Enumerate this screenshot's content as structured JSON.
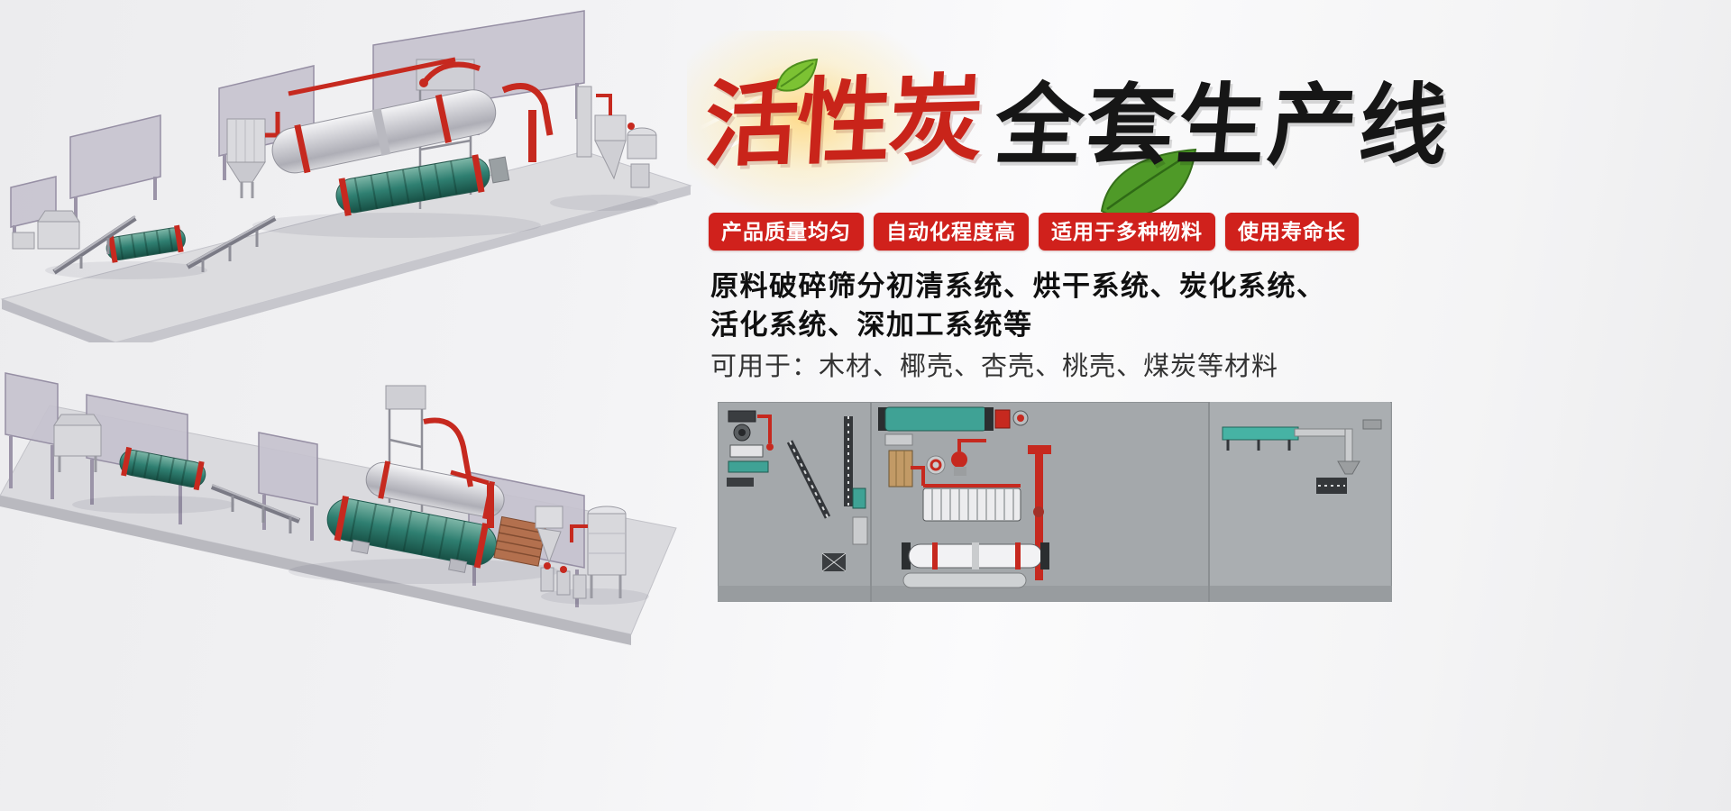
{
  "title": {
    "red": "活性炭",
    "black": "全套生产线"
  },
  "badges": [
    {
      "label": "产品质量均匀"
    },
    {
      "label": "自动化程度高"
    },
    {
      "label": "适用于多种物料"
    },
    {
      "label": "使用寿命长"
    }
  ],
  "description": {
    "line1": "原料破碎筛分初清系统、烘干系统、炭化系统、",
    "line2": "活化系统、深加工系统等",
    "line3": "可用于：木材、椰壳、杏壳、桃壳、煤炭等材料"
  },
  "colors": {
    "badge_red": "#d0211c",
    "title_red": "#c9241a",
    "title_black": "#161616",
    "leaf_green": "#6ab52f",
    "machine_teal": "#2f7f71",
    "pipe_red": "#c6291f",
    "schematic_gray": "#a4a8ab"
  },
  "illustrations": {
    "render_top": "3d-production-line-render",
    "render_bottom": "3d-production-line-render-alt",
    "schematic": "production-line-top-view-schematic"
  }
}
